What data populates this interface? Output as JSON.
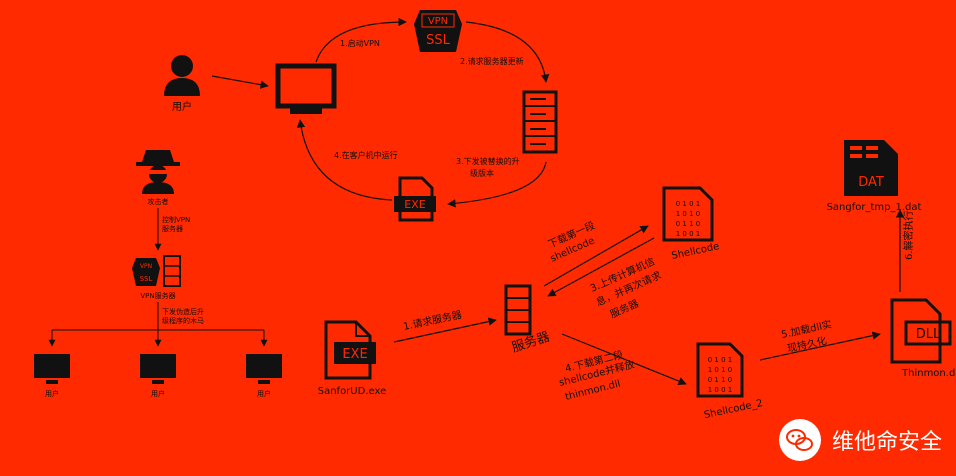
{
  "top_loop": {
    "user_label": "用户",
    "step1": "1.启动VPN",
    "step2": "2.请求服务器更新",
    "step3_line1": "3.下发被替换的升",
    "step3_line2": "级版本",
    "step4": "4.在客户机中运行",
    "vpn_badge_top": "VPN",
    "vpn_badge_bottom": "SSL",
    "exe_label": "EXE"
  },
  "left_tree": {
    "attacker_label": "攻击者",
    "control_line1": "控制VPN",
    "control_line2": "服务器",
    "vpn_server_label": "VPN服务器",
    "deliver_line1": "下发伪造后升",
    "deliver_line2": "级程序的木马",
    "vpn_top": "VPN",
    "vpn_bottom": "SSL",
    "users": [
      "用户",
      "用户",
      "用户"
    ]
  },
  "bottom_flow": {
    "exe_name": "SanforUD.exe",
    "exe_badge": "EXE",
    "step1": "1.请求服务器",
    "server_label": "服务器",
    "download1_line1": "下载第一段",
    "download1_line2": "shellcode",
    "upload_line1": "3.上传计算机信",
    "upload_line2": "息，并再次请求",
    "upload_line3": "服务器",
    "shellcode_label": "Shellcode",
    "step4_line1": "4.下载第二段",
    "step4_line2": "shellcode并释放",
    "step4_line3": "thinmon.dll",
    "shellcode2_label": "Shellcode_2",
    "step5_line1": "5.加载dll实",
    "step5_line2": "现持久化",
    "dll_badge": "DLL",
    "dll_name": "Thinmon.dll",
    "step6": "6.解密执行",
    "dat_badge": "DAT",
    "dat_name": "Sangfor_tmp_1.dat"
  },
  "watermark": {
    "text": "维他命安全"
  },
  "colors": {
    "background": "#ff2a00",
    "ink": "#111111",
    "watermark": "#ffffff"
  }
}
